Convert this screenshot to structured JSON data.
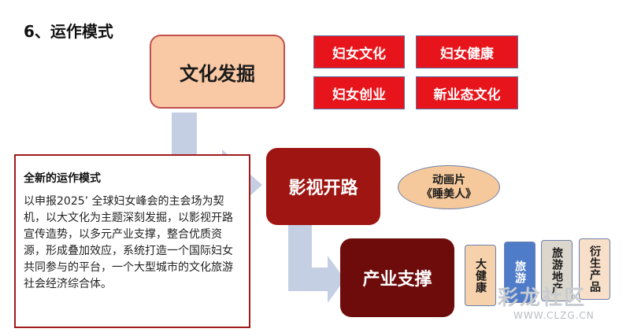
{
  "title": "6、运作模式",
  "main_boxes": {
    "culture": "文化发掘",
    "film": "影视开路",
    "industry": "产业支撑"
  },
  "culture_tags": [
    "妇女文化",
    "妇女健康",
    "妇女创业",
    "新业态文化"
  ],
  "animation": {
    "line1": "动画片",
    "line2": "《睡美人》"
  },
  "industry_tags": [
    "大健康",
    "旅游",
    "旅游地产",
    "衍生产品"
  ],
  "text_box": {
    "heading": "全新的运作模式",
    "body": "以申报2025’ 全球妇女峰会的主会场为契机，以大文化为主题深刻发掘，以影视开路宣传造势，以多元产业支撑，整合优质资源，形成叠加效应，系统打造一个国际妇女共同参与的平台，一个大型城市的文化旅游社会经济综合体。"
  },
  "watermark": {
    "main": "彩龙社区",
    "url": "WWW.CLZG.CN"
  },
  "colors": {
    "arrow": "#c5cfe4",
    "tag_red": "#e8141b",
    "film_box": "#9e1512",
    "industry_box": "#6e0c0c",
    "culture_box": "#f9c8a4"
  }
}
